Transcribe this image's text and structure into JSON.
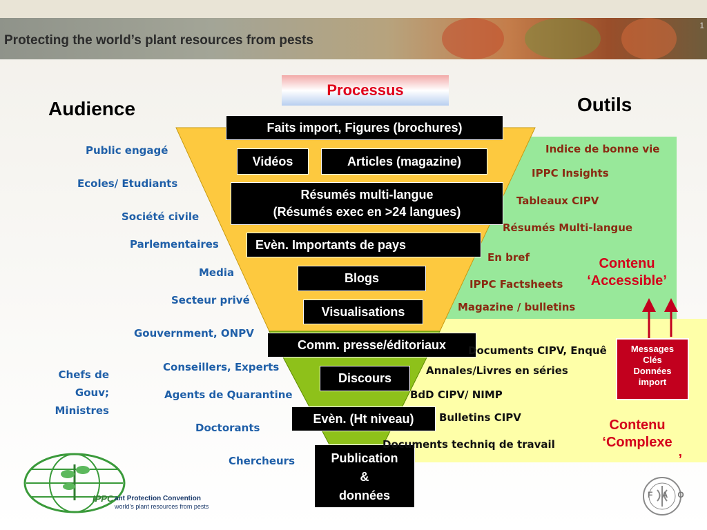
{
  "banner": {
    "title": "Protecting the world’s plant resources from pests",
    "slide_number": "1"
  },
  "headings": {
    "audience": "Audience",
    "processus": "Processus",
    "outils": "Outils"
  },
  "process_items": {
    "faits": "Faits import, Figures (brochures)",
    "videos": "Vidéos",
    "articles": "Articles (magazine)",
    "resumes_line1": "Résumés multi-langue",
    "resumes_line2": "(Résumés exec en >24 langues)",
    "evenements_pays": "Evèn. Importants de pays",
    "blogs": "Blogs",
    "visualisations": "Visualisations",
    "comm_presse": "Comm. presse/éditoriaux",
    "discours": "Discours",
    "evenements_ht": "Evèn. (Ht niveau)",
    "publication_line1": "Publication",
    "publication_line2": "&",
    "publication_line3": "données"
  },
  "audience_items": {
    "public": "Public engagé",
    "ecoles": "Ecoles/ Etudiants",
    "societe": "Société civile",
    "parlementaires": "Parlementaires",
    "media": "Media",
    "secteur": "Secteur privé",
    "gouvernment": "Gouvernment, ONPV",
    "conseillers": "Conseillers, Experts",
    "agents": "Agents de Quarantine",
    "doctorants": "Doctorants",
    "chercheurs": "Chercheurs",
    "chefs_line1": "Chefs de",
    "chefs_line2": "Gouv;",
    "chefs_line3": "Ministres"
  },
  "tools_accessible": {
    "indice": "Indice de bonne vie",
    "insights": "IPPC Insights",
    "tableaux": "Tableaux CIPV",
    "resumes": "Résumés Multi-langue",
    "en_bref": "En bref",
    "factsheets": "IPPC Factsheets",
    "magazine": "Magazine / bulletins"
  },
  "tools_complex": {
    "documents": "Documents CIPV, Enquê",
    "annales": "Annales/Livres en séries",
    "bdd": "BdD CIPV/ NIMP",
    "bulletins": "Bulletins CIPV",
    "techniq": "Documents techniq de travail"
  },
  "contenu_accessible": {
    "line1": "Contenu",
    "line2": "‘Accessible’"
  },
  "contenu_complexe": {
    "line1": "Contenu",
    "line2": "‘Complexe",
    "line3": "’"
  },
  "messages_box": {
    "line1": "Messages",
    "line2": "Clés",
    "line3": "Données",
    "line4": "import"
  },
  "logo": {
    "org": "IPPC",
    "line1": "ant Protection Convention",
    "line2": "world’s plant resources from pests"
  },
  "fao_logo": {
    "letters": "FAO"
  },
  "colors": {
    "accent_red": "#d4001a",
    "audience_blue": "#1f5fa8",
    "tool_brown": "#8a2a12",
    "funnel_yellow": "#fdc93f",
    "funnel_green": "#8ec11a"
  }
}
